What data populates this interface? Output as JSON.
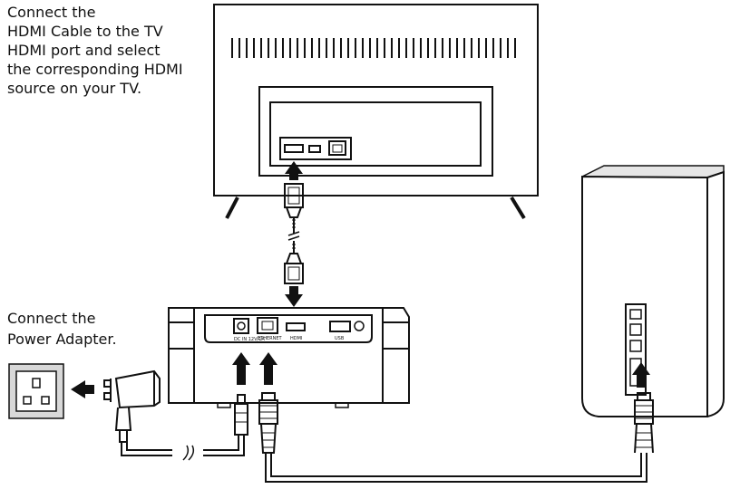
{
  "captions": {
    "tv_instruction": [
      "Connect the",
      "HDMI Cable to the TV",
      "HDMI port and select",
      "the corresponding HDMI",
      "source on your TV."
    ],
    "power_instruction": [
      "Connect the",
      "Power Adapter."
    ]
  },
  "port_labels": {
    "dc_in": "DC IN 12V/1A",
    "ethernet": "ETHERNET",
    "hdmi": "HDMI",
    "usb": "USB"
  },
  "colors": {
    "line": "#111111",
    "wall_plate": "#d8d8d8",
    "router_top": "#e6e6e6"
  }
}
